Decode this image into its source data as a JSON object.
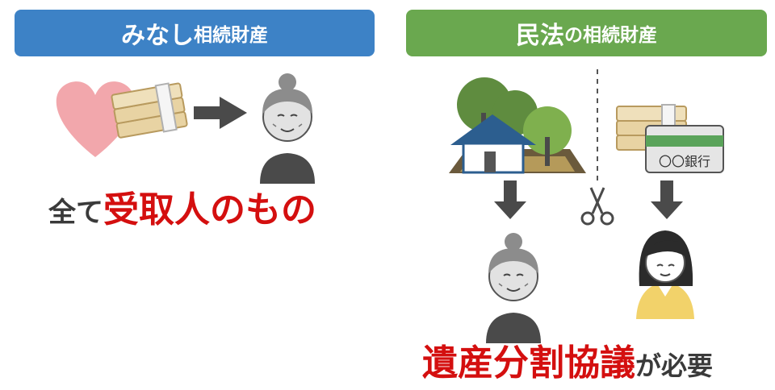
{
  "left_panel": {
    "title_main": "みなし",
    "title_sub": "相続財産",
    "caption_prefix": "全て",
    "caption_emphasis": "受取人のもの",
    "banner_color": "#3d82c6"
  },
  "right_panel": {
    "title_main": "民法",
    "title_sub": "の相続財産",
    "bank_label": "〇〇銀行",
    "caption_emphasis": "遺産分割協議",
    "caption_suffix": "が必要",
    "banner_color": "#6aa84f"
  },
  "colors": {
    "emphasis_red": "#d40f0f",
    "arrow_gray": "#4a4a4a",
    "heart_pink": "#f2a7ac",
    "money_tan": "#e8d3a3"
  },
  "icons": [
    "heart-icon",
    "money-bundle-icon",
    "arrow-right-icon",
    "grandmother-icon",
    "house-trees-icon",
    "scissors-icon",
    "bank-card-icon",
    "woman-icon",
    "arrow-down-icon"
  ]
}
